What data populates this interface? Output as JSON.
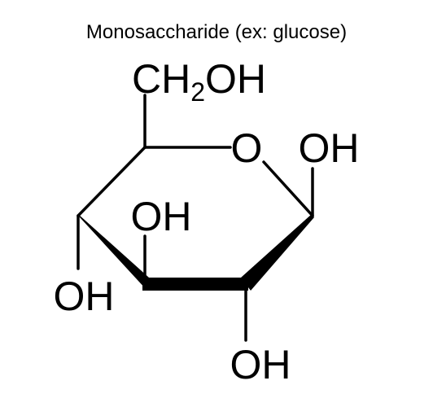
{
  "title": "Monosaccharide (ex: glucose)",
  "molecule": {
    "groups": {
      "ch2oh_c": "CH",
      "ch2oh_sub": "2",
      "ch2oh_oh": "OH",
      "ring_oxygen": "O",
      "c1_oh": "OH",
      "c3_oh": "OH",
      "c4_oh": "OH",
      "c2_oh": "OH"
    }
  }
}
